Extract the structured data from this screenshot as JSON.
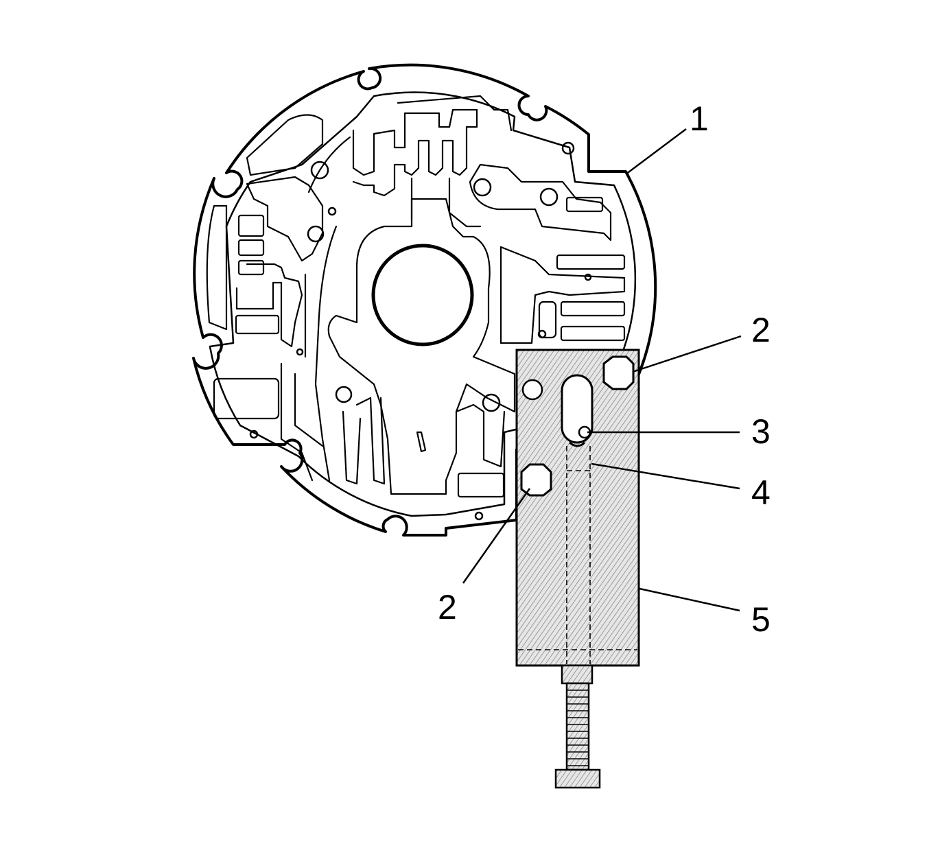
{
  "callouts": [
    {
      "id": "c1",
      "label": "1"
    },
    {
      "id": "c2a",
      "label": "2"
    },
    {
      "id": "c3",
      "label": "3"
    },
    {
      "id": "c4",
      "label": "4"
    },
    {
      "id": "c5",
      "label": "5"
    },
    {
      "id": "c2b",
      "label": "2"
    }
  ],
  "colors": {
    "line": "#000000",
    "background": "#ffffff",
    "tool_fill": "#d9d9d9"
  }
}
